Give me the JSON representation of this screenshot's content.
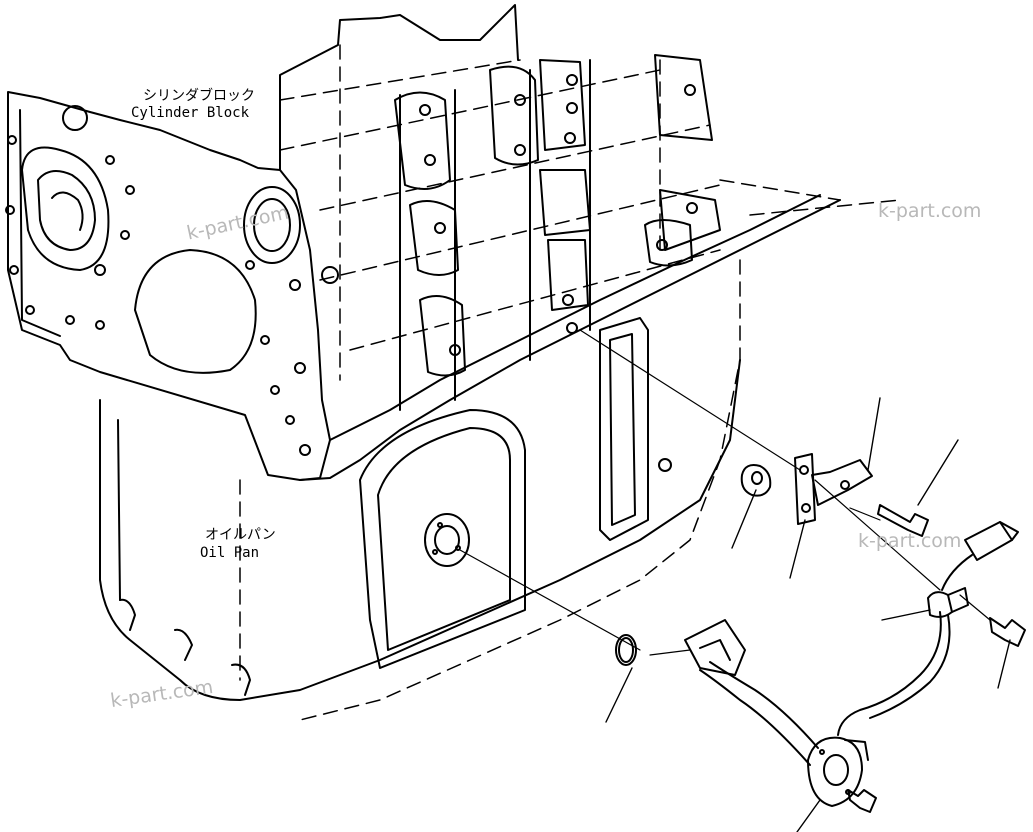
{
  "labels": {
    "cylinder_block_jp": "シリンダブロック",
    "cylinder_block_en": "Cylinder Block",
    "oil_pan_jp": "オイルパン",
    "oil_pan_en": "Oil Pan"
  },
  "watermarks": [
    "k-part.com",
    "k-part.com",
    "k-part.com",
    "k-part.com"
  ]
}
